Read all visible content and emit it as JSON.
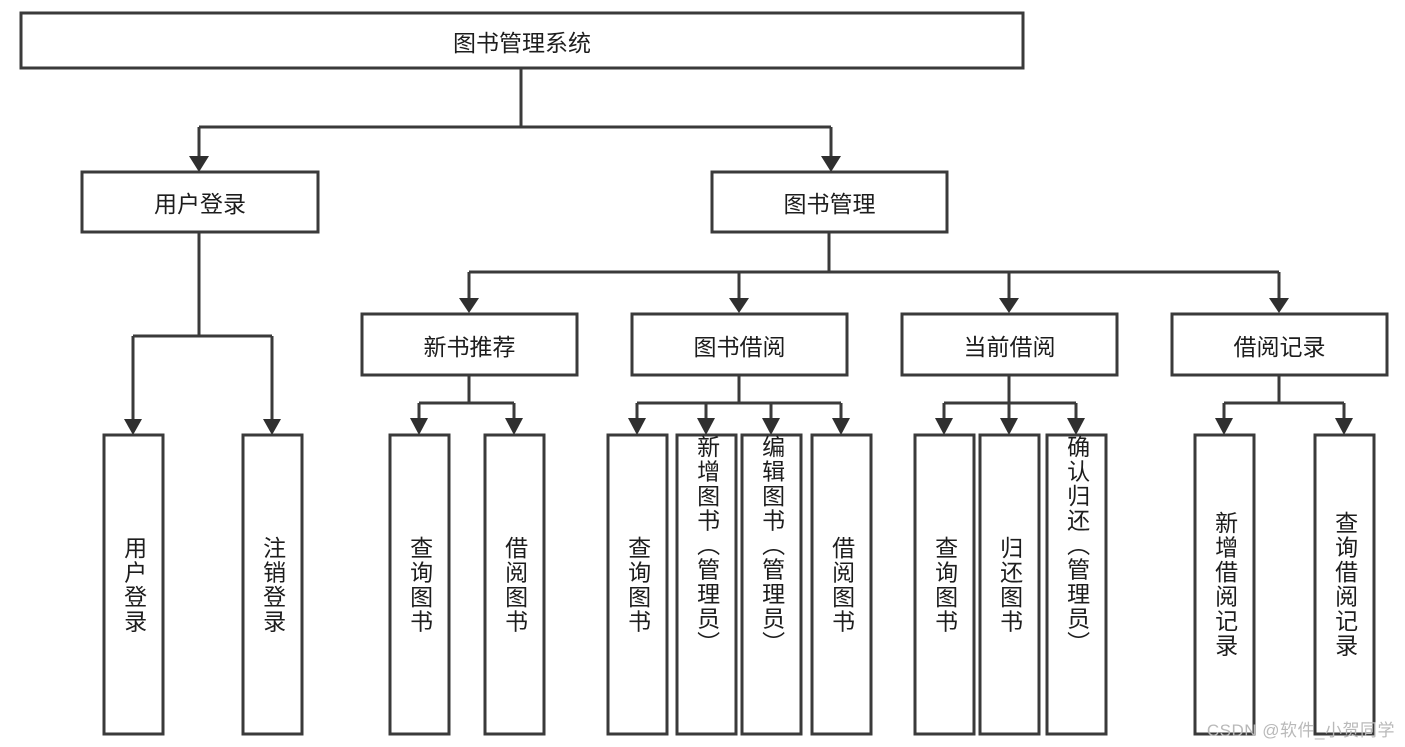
{
  "diagram": {
    "type": "tree-hierarchy-flowchart",
    "title": "图书管理系统",
    "orientation": "top-down",
    "colors": {
      "box_stroke": "#3a3a3a",
      "box_fill": "#ffffff",
      "connector": "#3a3a3a",
      "arrow": "#2f2f2f",
      "text": "#1d1d1d",
      "watermark": "#b9b9b9"
    },
    "levels": [
      {
        "level": 0,
        "nodes": [
          {
            "id": "root",
            "label": "图书管理系统",
            "orientation": "horizontal"
          }
        ]
      },
      {
        "level": 1,
        "nodes": [
          {
            "id": "user-login",
            "label": "用户登录",
            "orientation": "horizontal",
            "parent": "root"
          },
          {
            "id": "book-mgmt",
            "label": "图书管理",
            "orientation": "horizontal",
            "parent": "root"
          }
        ]
      },
      {
        "level": 2,
        "nodes": [
          {
            "id": "new-book-rec",
            "label": "新书推荐",
            "orientation": "horizontal",
            "parent": "book-mgmt"
          },
          {
            "id": "book-borrow",
            "label": "图书借阅",
            "orientation": "horizontal",
            "parent": "book-mgmt"
          },
          {
            "id": "current-borrow",
            "label": "当前借阅",
            "orientation": "horizontal",
            "parent": "book-mgmt"
          },
          {
            "id": "borrow-record",
            "label": "借阅记录",
            "orientation": "horizontal",
            "parent": "book-mgmt"
          }
        ]
      },
      {
        "level": 3,
        "nodes": [
          {
            "id": "leaf-user-login",
            "label": "用户登录",
            "orientation": "vertical",
            "parent": "user-login"
          },
          {
            "id": "leaf-logout",
            "label": "注销登录",
            "orientation": "vertical",
            "parent": "user-login"
          },
          {
            "id": "leaf-query-book-1",
            "label": "查询图书",
            "orientation": "vertical",
            "parent": "new-book-rec"
          },
          {
            "id": "leaf-borrow-book-1",
            "label": "借阅图书",
            "orientation": "vertical",
            "parent": "new-book-rec"
          },
          {
            "id": "leaf-query-book-2",
            "label": "查询图书",
            "orientation": "vertical",
            "parent": "book-borrow"
          },
          {
            "id": "leaf-add-book",
            "label": "新增图书（管理员）",
            "orientation": "vertical",
            "parent": "book-borrow"
          },
          {
            "id": "leaf-edit-book",
            "label": "编辑图书（管理员）",
            "orientation": "vertical",
            "parent": "book-borrow"
          },
          {
            "id": "leaf-borrow-book-2",
            "label": "借阅图书",
            "orientation": "vertical",
            "parent": "book-borrow"
          },
          {
            "id": "leaf-query-book-3",
            "label": "查询图书",
            "orientation": "vertical",
            "parent": "current-borrow"
          },
          {
            "id": "leaf-return-book",
            "label": "归还图书",
            "orientation": "vertical",
            "parent": "current-borrow"
          },
          {
            "id": "leaf-confirm-return",
            "label": "确认归还（管理员）",
            "orientation": "vertical",
            "parent": "current-borrow"
          },
          {
            "id": "leaf-add-record",
            "label": "新增借阅记录",
            "orientation": "vertical",
            "parent": "borrow-record"
          },
          {
            "id": "leaf-query-record",
            "label": "查询借阅记录",
            "orientation": "vertical",
            "parent": "borrow-record"
          }
        ]
      }
    ]
  },
  "watermark": {
    "text": "CSDN @软件_小贺同学"
  }
}
